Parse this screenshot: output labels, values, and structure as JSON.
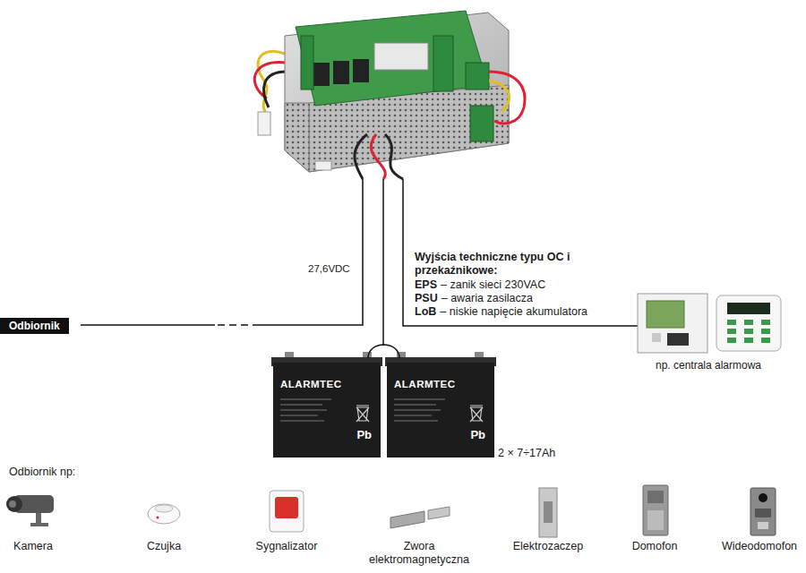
{
  "diagram": {
    "nodes": [
      {
        "text": [
          "Odbiornik"
        ]
      },
      {
        "text": [
          "ALARMTEC",
          "Pb"
        ]
      },
      {
        "text": [
          "ALARMTEC",
          "Pb"
        ]
      }
    ],
    "edges": [
      {
        "from": 1,
        "to": 2,
        "arrow": "none"
      }
    ],
    "labels": [
      "27,6VDC",
      "Wyjścia techniczne typu OC i przekaźnikowe:",
      "EPS",
      "– zanik sieci 230VAC",
      "PSU",
      "– awaria zasilacza",
      "LoB",
      "– niskie napięcie akumulatora",
      "np. centrala alarmowa",
      "2 × 7÷17Ah",
      "Odbiornik np:",
      "Kamera",
      "Czujka",
      "Sygnalizator",
      "Zwora elektromagnetyczna",
      "Elektrozaczep",
      "Domofon",
      "Wideodomofon"
    ]
  }
}
